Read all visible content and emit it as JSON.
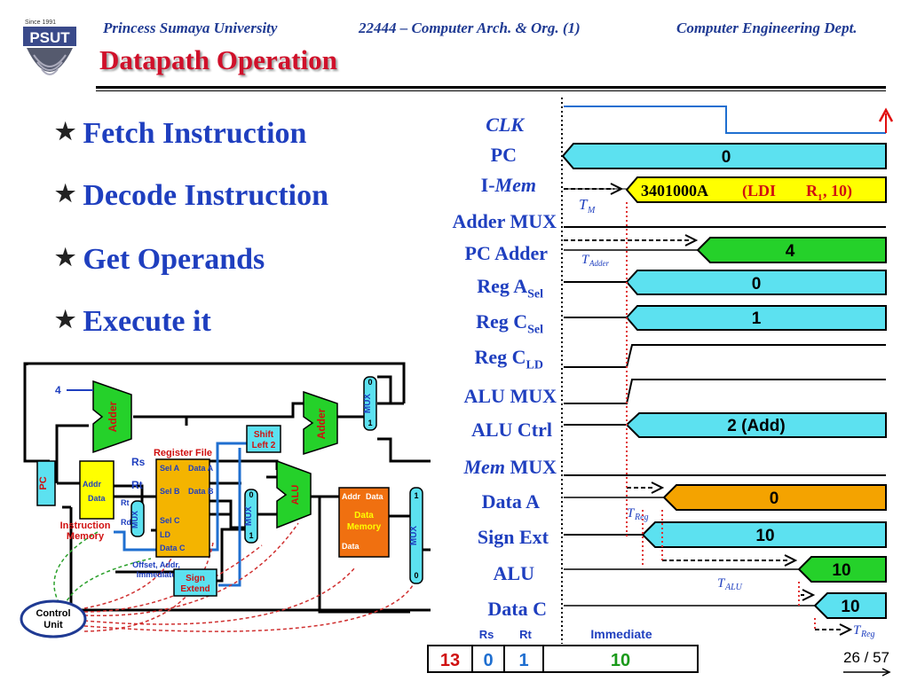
{
  "header": {
    "university": "Princess Sumaya University",
    "course": "22444 – Computer Arch. & Org. (1)",
    "department": "Computer Engineering Dept.",
    "logo_text": "PSUT",
    "logo_since": "Since 1991"
  },
  "slide_title": "Datapath Operation",
  "bullets": [
    "Fetch Instruction",
    "Decode Instruction",
    "Get Operands",
    "Execute it"
  ],
  "signals": {
    "clk": "CLK",
    "pc": "PC",
    "imem_prefix": "I-",
    "imem_italic": "Mem",
    "adder_mux": "Adder MUX",
    "pc_adder": "PC Adder",
    "reg_a_main": "Reg A",
    "reg_a_sub": "Sel",
    "reg_c_main": "Reg C",
    "reg_c_sub": "Sel",
    "reg_cld_main": "Reg C",
    "reg_cld_sub": "LD",
    "alu_mux": "ALU MUX",
    "alu_ctrl": "ALU Ctrl",
    "mem_mux_italic": "Mem",
    "mem_mux_rest": " MUX",
    "data_a": "Data A",
    "sign_ext": "Sign Ext",
    "alu": "ALU",
    "data_c": "Data C"
  },
  "timing_values": {
    "pc": "0",
    "imem_hex": "3401000A",
    "imem_open": "(LDI",
    "imem_reg": "R",
    "imem_reg_sub": "1",
    "imem_rest": ", 10)",
    "pc_adder": "4",
    "reg_a_sel": "0",
    "reg_c_sel": "1",
    "alu_ctrl": "2 (Add)",
    "data_a": "0",
    "sign_ext": "10",
    "alu": "10",
    "data_c": "10"
  },
  "delays": {
    "tm": "T",
    "tm_sub": "M",
    "tadder": "T",
    "tadder_sub": "Adder",
    "treg": "T",
    "treg_sub": "Reg",
    "talu": "T",
    "talu_sub": "ALU",
    "treg2": "T",
    "treg2_sub": "Reg"
  },
  "instruction_format": {
    "labels": [
      "Rs",
      "Rt",
      "Immediate"
    ],
    "fields": [
      "13",
      "0",
      "1",
      "10"
    ]
  },
  "datapath": {
    "adder1": "Adder",
    "adder2": "Adder",
    "const4": "4",
    "mux_top": "MUX",
    "mux_top_0": "0",
    "mux_top_1": "1",
    "shift": "Shift Left 2",
    "shift_l1": "Shift",
    "shift_l2": "Left 2",
    "register_file": "Register File",
    "rs": "Rs",
    "rt": "Rt",
    "rf_sel_a": "Sel A",
    "rf_sel_b": "Sel B",
    "rf_data_a": "Data A",
    "rf_data_b": "Data B",
    "rf_sel_c": "Sel C",
    "rf_ld": "LD",
    "rf_data_c": "Data C",
    "pc": "PC",
    "imem_addr": "Addr",
    "imem_data": "Data",
    "imem_label1": "Instruction",
    "imem_label2": "Memory",
    "mux_rf": "MUX",
    "mux_rf_rt": "Rt",
    "mux_rf_rd": "Rd",
    "mux_alu": "MUX",
    "mux_alu_0": "0",
    "mux_alu_1": "1",
    "alu": "ALU",
    "dmem_addr": "Addr",
    "dmem_data_out": "Data",
    "dmem_label1": "Data",
    "dmem_label2": "Memory",
    "dmem_data_in": "Data",
    "mux_out": "MUX",
    "mux_out_1": "1",
    "mux_out_0": "0",
    "offset_label1": "Offset, Addr,",
    "offset_label2": "Immediate",
    "sign_extend1": "Sign",
    "sign_extend2": "Extend",
    "control_unit1": "Control",
    "control_unit2": "Unit"
  },
  "page": "26 / 57",
  "colors": {
    "header_blue": "#1f3a93",
    "title_red": "#d0102a",
    "cyan": "#5ce1f0",
    "green": "#25d12a",
    "yellow": "#ffff00",
    "orange": "#f4a300",
    "dashed_red": "#e03030"
  }
}
